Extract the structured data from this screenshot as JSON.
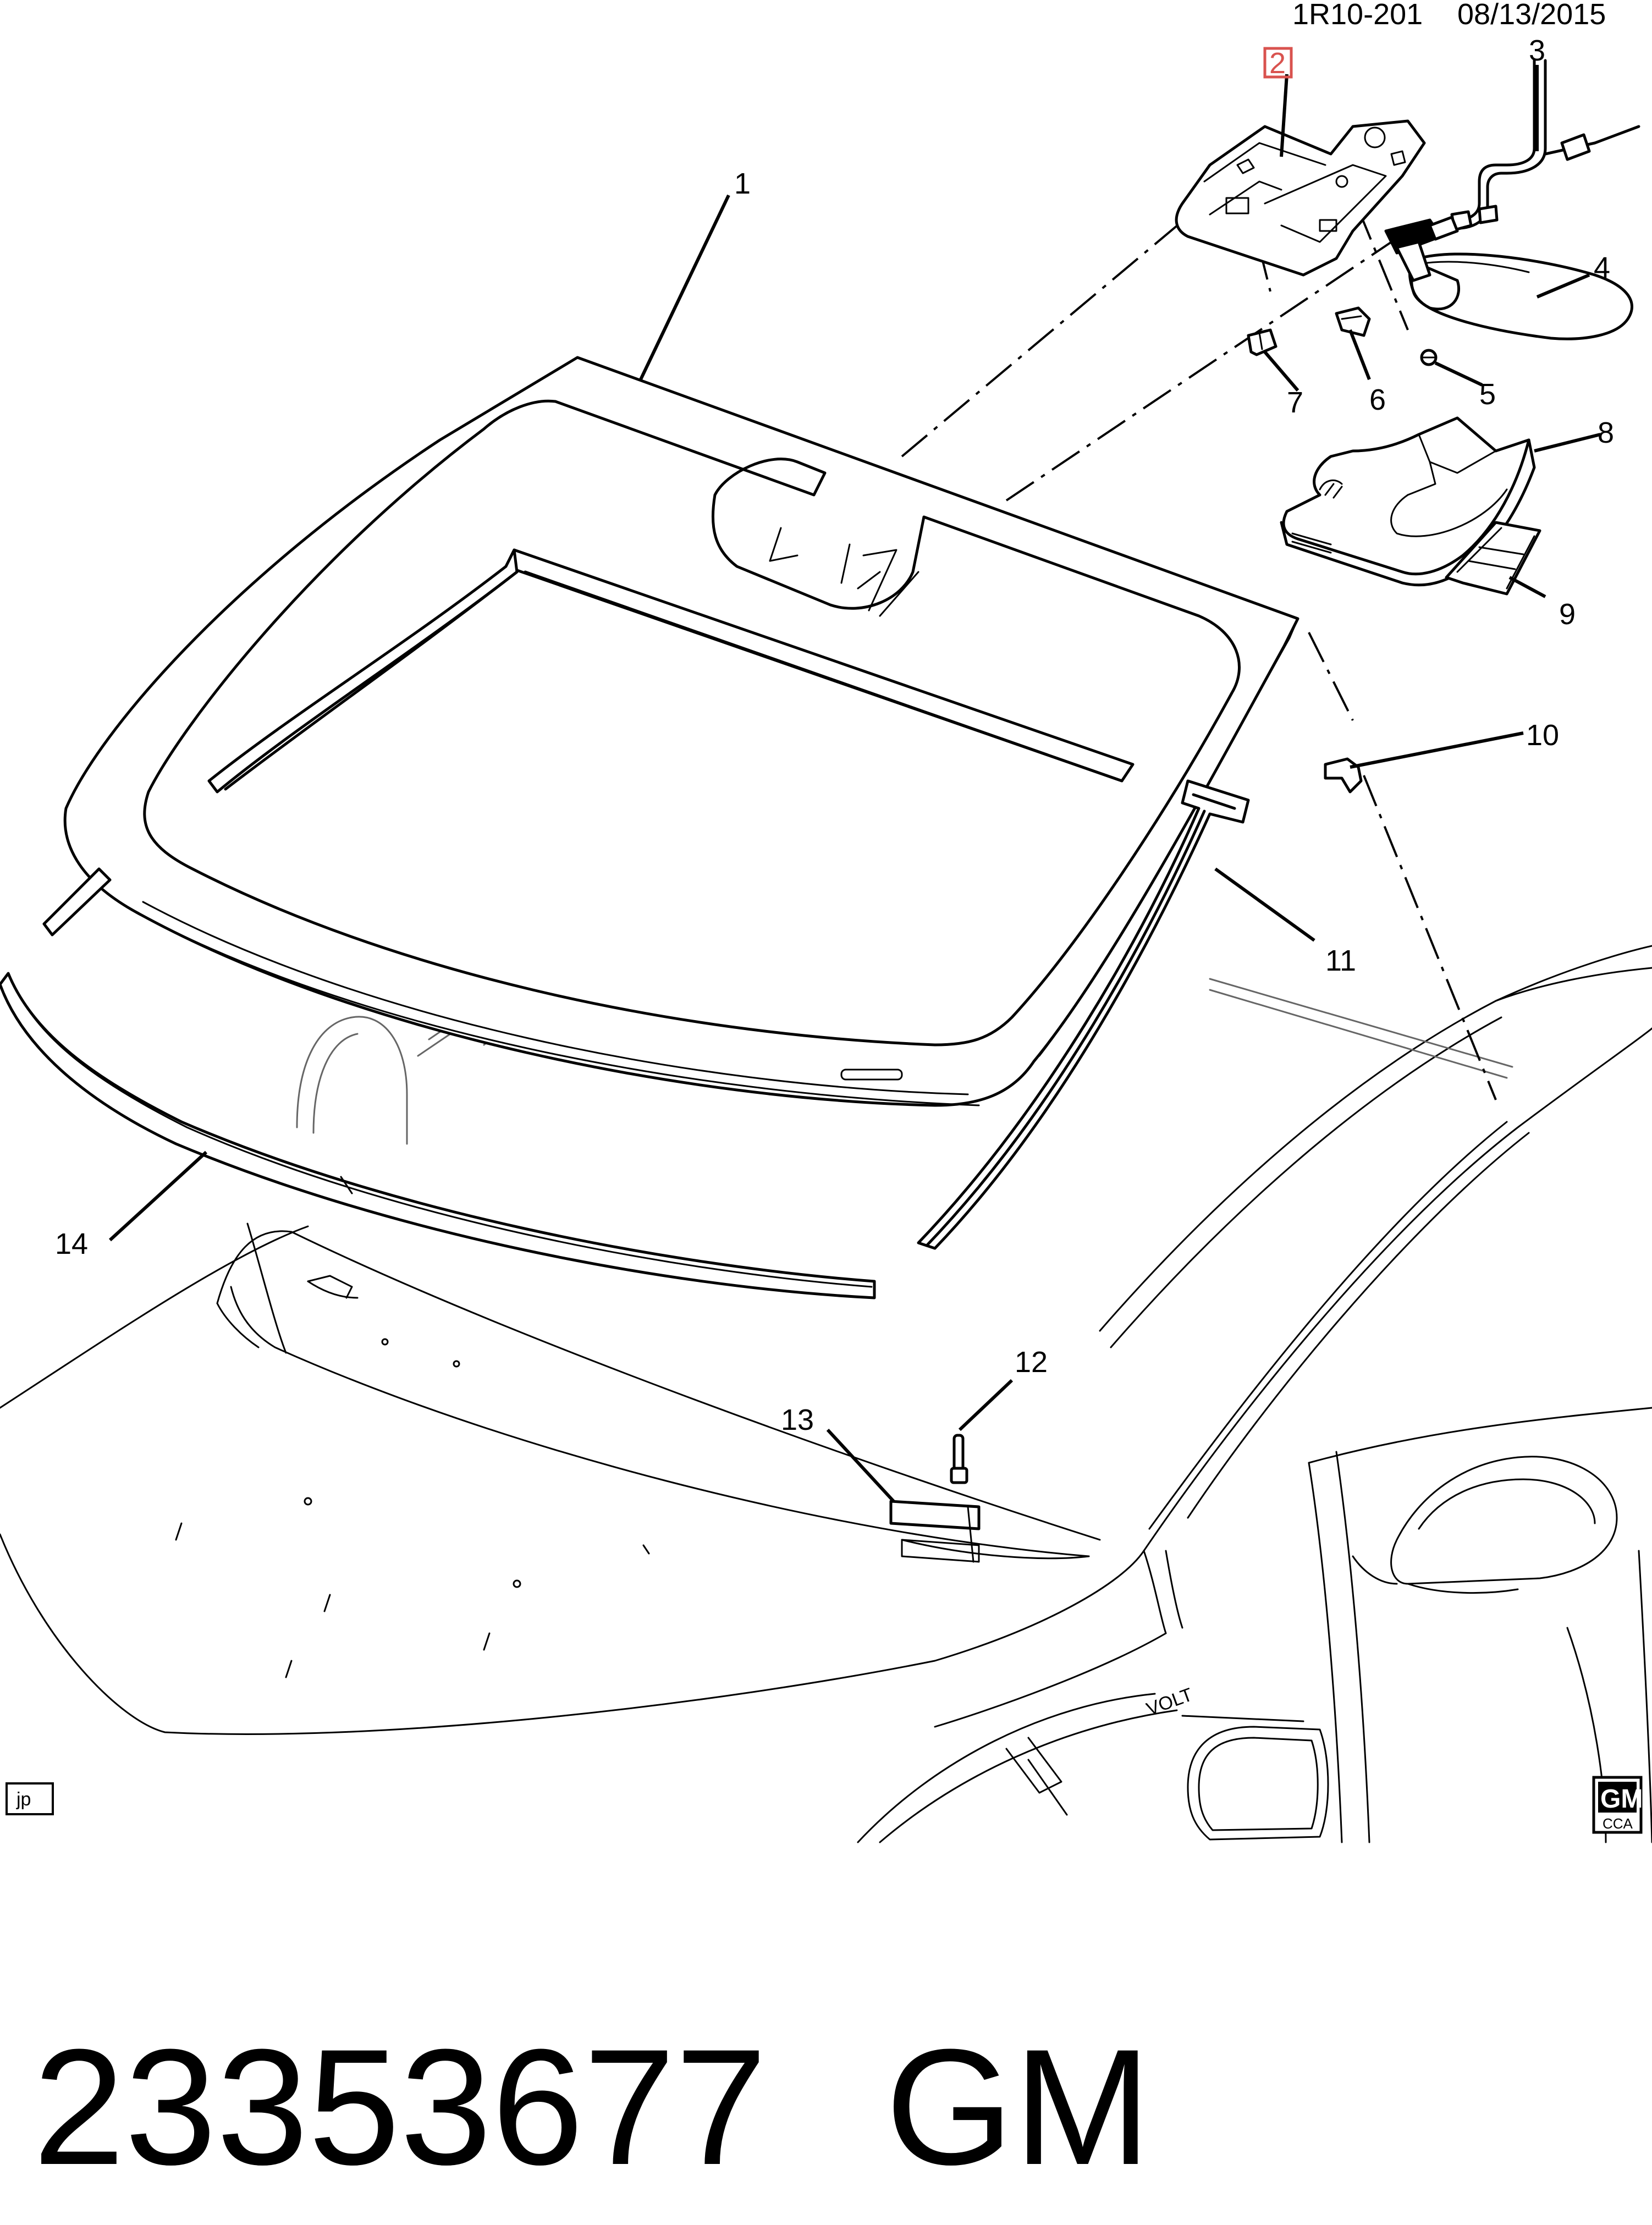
{
  "header": {
    "diagram_code": "1R10-201",
    "date": "08/13/2015"
  },
  "callouts": [
    {
      "id": "1",
      "label": "1",
      "highlighted": false
    },
    {
      "id": "2",
      "label": "2",
      "highlighted": true,
      "highlight_color": "#d9534f"
    },
    {
      "id": "3",
      "label": "3",
      "highlighted": false
    },
    {
      "id": "4",
      "label": "4",
      "highlighted": false
    },
    {
      "id": "5",
      "label": "5",
      "highlighted": false
    },
    {
      "id": "6",
      "label": "6",
      "highlighted": false
    },
    {
      "id": "7",
      "label": "7",
      "highlighted": false
    },
    {
      "id": "8",
      "label": "8",
      "highlighted": false
    },
    {
      "id": "9",
      "label": "9",
      "highlighted": false
    },
    {
      "id": "10",
      "label": "10",
      "highlighted": false
    },
    {
      "id": "11",
      "label": "11",
      "highlighted": false
    },
    {
      "id": "12",
      "label": "12",
      "highlighted": false
    },
    {
      "id": "13",
      "label": "13",
      "highlighted": false
    },
    {
      "id": "14",
      "label": "14",
      "highlighted": false
    }
  ],
  "badge": {
    "text": "jp"
  },
  "badge_fender": {
    "text": "VOLT"
  },
  "logo": {
    "text": "GM",
    "subtext": "CCA",
    "icon": "gm-logo-icon"
  },
  "footer": {
    "part_number": "23353677",
    "brand": "GM"
  }
}
